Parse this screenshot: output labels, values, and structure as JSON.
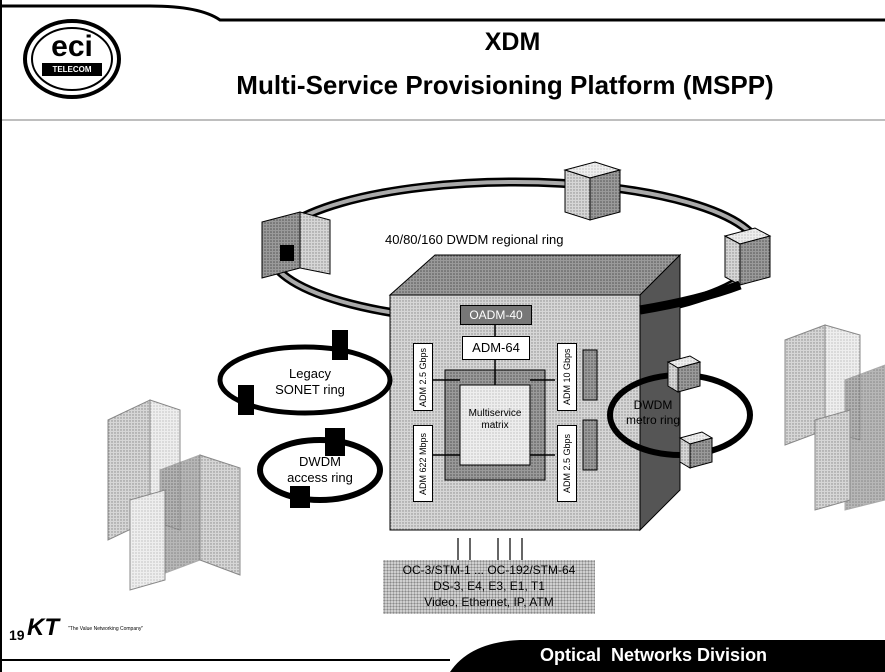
{
  "header": {
    "logo_text": "eci",
    "logo_subtext": "TELECOM",
    "title_line1": "XDM",
    "title_line2": "Multi-Service Provisioning Platform (MSPP)"
  },
  "diagram": {
    "regional_ring_label": "40/80/160 DWDM regional ring",
    "oadm_label": "OADM-40",
    "adm64_label": "ADM-64",
    "matrix_label": "Multiservice matrix",
    "left_top_card": "ADM 2.5 Gbps",
    "left_bottom_card": "ADM 622 Mbps",
    "right_top_card": "ADM 10 Gbps",
    "right_bottom_card": "ADM 2.5 Gbps",
    "legacy_ring_label": "Legacy SONET ring",
    "access_ring_label": "DWDM access ring",
    "metro_ring_label": "DWDM metro ring",
    "interfaces": [
      "OC-3/STM-1 ... OC-192/STM-64",
      "DS-3, E4, E3, E1, T1",
      "Video, Ethernet, IP, ATM"
    ]
  },
  "footer": {
    "page_number": "19",
    "kt_logo": "KT",
    "kt_tagline": "\"The Value Networking Company\"",
    "division": "Optical  Networks Division"
  },
  "colors": {
    "background": "#ffffff",
    "footer_band": "#000000",
    "shelf_face": "#cfcfcf"
  }
}
